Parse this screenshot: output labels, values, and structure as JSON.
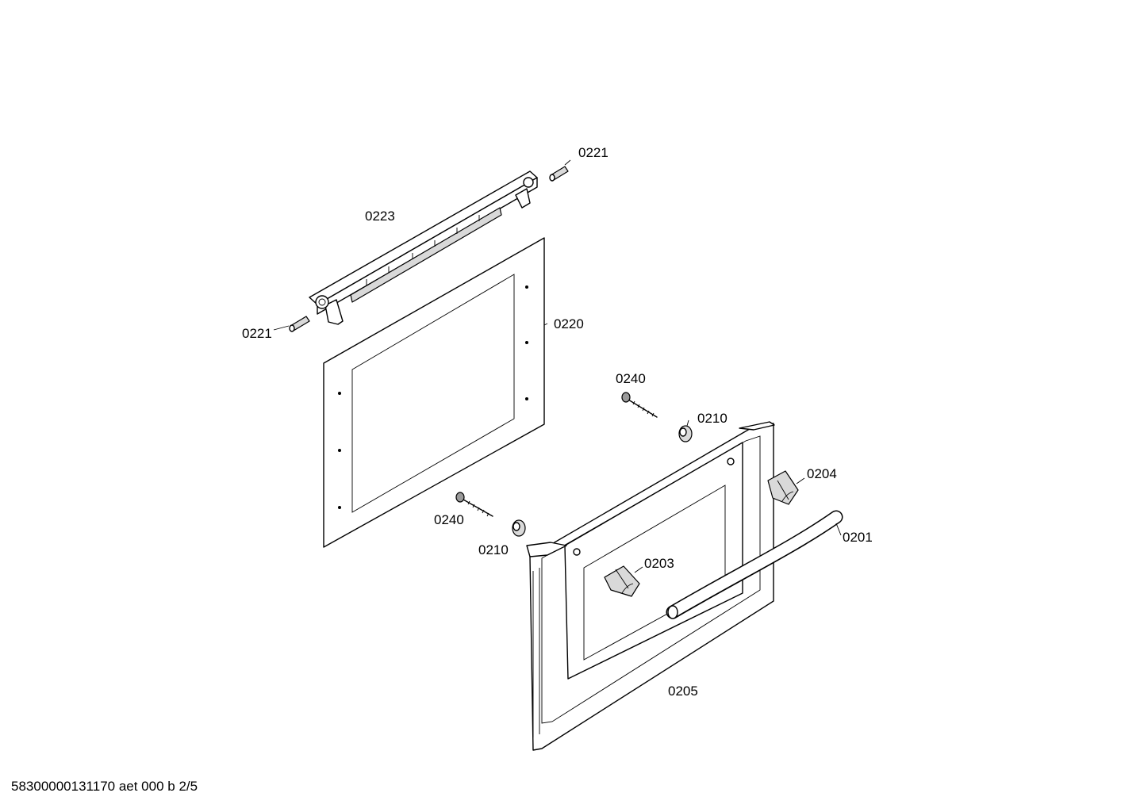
{
  "diagram": {
    "parts": [
      {
        "id": "part-0221-top",
        "label": "0221"
      },
      {
        "id": "part-0223",
        "label": "0223"
      },
      {
        "id": "part-0221-left",
        "label": "0221"
      },
      {
        "id": "part-0220",
        "label": "0220"
      },
      {
        "id": "part-0240-right",
        "label": "0240"
      },
      {
        "id": "part-0210-right",
        "label": "0210"
      },
      {
        "id": "part-0204",
        "label": "0204"
      },
      {
        "id": "part-0201",
        "label": "0201"
      },
      {
        "id": "part-0240-left",
        "label": "0240"
      },
      {
        "id": "part-0210-left",
        "label": "0210"
      },
      {
        "id": "part-0203",
        "label": "0203"
      },
      {
        "id": "part-0205",
        "label": "0205"
      }
    ]
  },
  "footer": {
    "text": "58300000131170 aet 000 b 2/5"
  }
}
